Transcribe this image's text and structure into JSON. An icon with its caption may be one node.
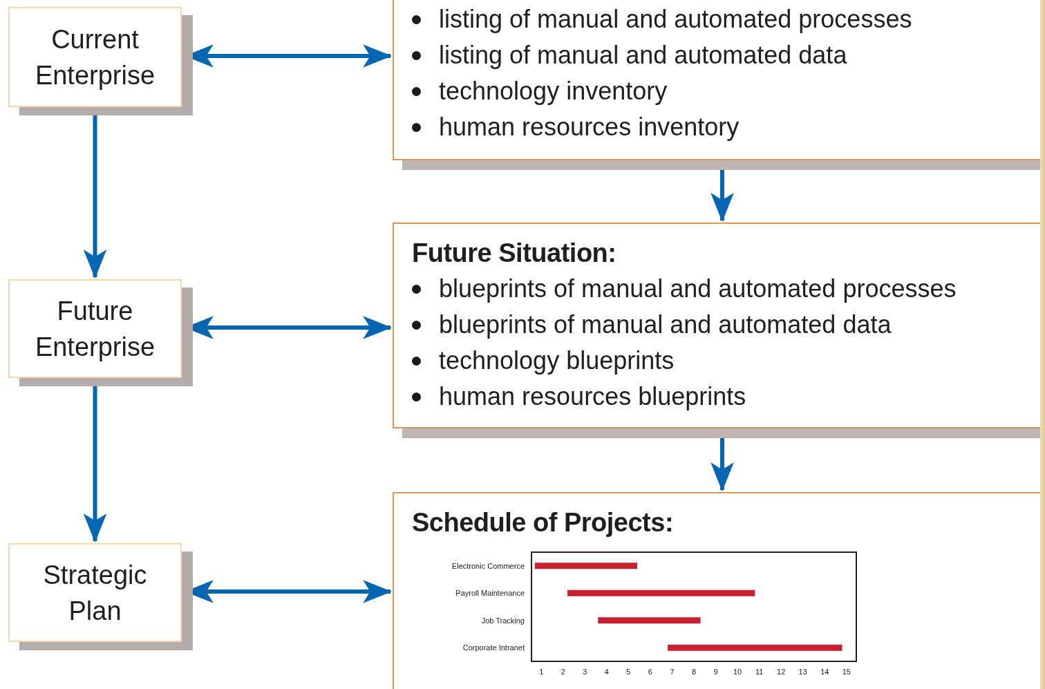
{
  "diagram": {
    "nodes": [
      {
        "text": [
          "Current Enterprise"
        ]
      },
      {
        "text": [
          "listing of manual and automated processes",
          "listing of manual and automated data",
          "technology inventory",
          "human resources inventory"
        ]
      },
      {
        "text": [
          "Future Enterprise"
        ]
      },
      {
        "text": [
          "Future Situation:",
          "blueprints of manual and automated processes",
          "blueprints of manual and automated data",
          "technology blueprints",
          "human resources blueprints"
        ]
      },
      {
        "text": [
          "Strategic Plan"
        ]
      },
      {
        "text": [
          "Schedule of Projects:"
        ]
      }
    ],
    "edges": [
      {
        "from": 0,
        "to": 1,
        "arrow": "both"
      },
      {
        "from": 0,
        "to": 2,
        "arrow": "to"
      },
      {
        "from": 1,
        "to": 3,
        "arrow": "to"
      },
      {
        "from": 2,
        "to": 3,
        "arrow": "both"
      },
      {
        "from": 2,
        "to": 4,
        "arrow": "to"
      },
      {
        "from": 3,
        "to": 5,
        "arrow": "to"
      },
      {
        "from": 4,
        "to": 5,
        "arrow": "both"
      }
    ],
    "labels": [
      "Electronic Commerce",
      "Payroll Maintenance",
      "Job Tracking",
      "Corporate Intranet",
      "1",
      "2",
      "3",
      "4",
      "5",
      "6",
      "7",
      "8",
      "9",
      "10",
      "11",
      "12",
      "13",
      "14",
      "15"
    ]
  }
}
